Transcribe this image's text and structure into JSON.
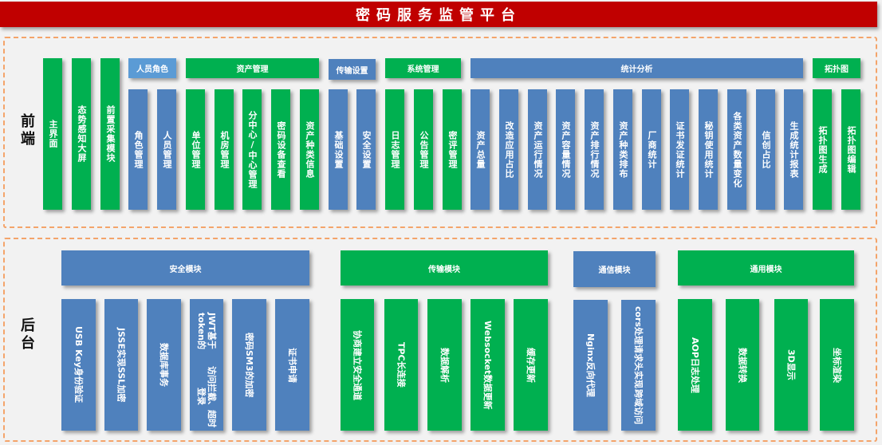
{
  "title": "密码服务监管平台",
  "frontend": {
    "label": "前端",
    "colors": {
      "green": "#00B050",
      "blue": "#4F81BD",
      "light_blue": "#5B9BD5"
    },
    "headers": [
      "人员角色",
      "资产管理",
      "传输设置",
      "系统管理",
      "统计分析",
      "拓扑图"
    ],
    "items": [
      "主界面",
      "态势感知大屏",
      "前置采集模块",
      "角色管理",
      "人员管理",
      "单位管理",
      "机房管理",
      "分中心/中心管理",
      "密码设备查看",
      "资产种类信息",
      "基础设置",
      "安全设置",
      "日志管理",
      "公告管理",
      "密评管理",
      "资产总量",
      "改造应用占比",
      "资产运行情况",
      "资产容量情况",
      "资产排行情况",
      "资产种类排布",
      "厂商统计",
      "证书发证统计",
      "秘钥使用统计",
      "各类资产数量变化",
      "信创占比",
      "生成统计报表",
      "拓扑图生成",
      "拓扑图编辑"
    ]
  },
  "backend": {
    "label": "后台",
    "headers": [
      "安全模块",
      "传输模块",
      "通信模块",
      "通用模块"
    ],
    "items": [
      [
        "USB Key身份验证"
      ],
      [
        "JSSE实现SSL加密"
      ],
      [
        "数据库事务"
      ],
      [
        "JWT基于token的",
        "访问拦截、超时登录"
      ],
      [
        "密码SM3的加密"
      ],
      [
        "证书申请"
      ],
      [
        "协商建立安全通道"
      ],
      [
        "TPC长连接"
      ],
      [
        "数据解析"
      ],
      [
        "Websocket数据更新"
      ],
      [
        "缓存更新"
      ],
      [
        "Nginx反向代理"
      ],
      [
        "cors处理请求头实现",
        "跨域访问"
      ],
      [
        "AOP日志处理"
      ],
      [
        "数据转换"
      ],
      [
        "3D显示"
      ],
      [
        "坐标渲染"
      ]
    ]
  }
}
